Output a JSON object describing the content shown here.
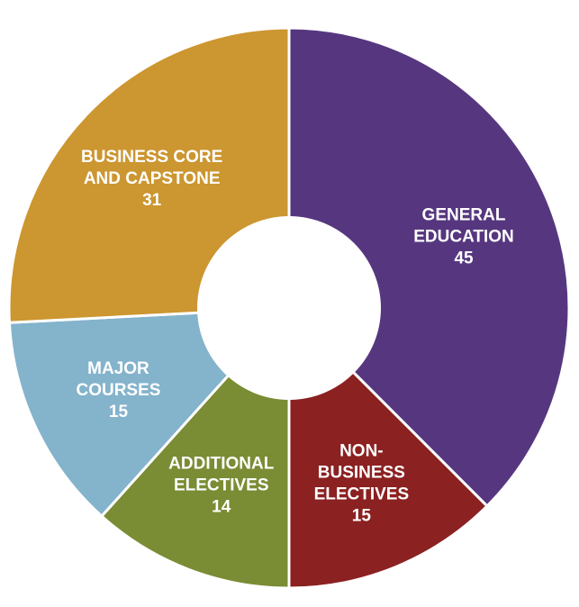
{
  "chart_data": {
    "type": "pie",
    "donut": true,
    "title": "",
    "slices": [
      {
        "label_lines": [
          "GENERAL",
          "EDUCATION"
        ],
        "value": 45,
        "value_label": "45",
        "color": "#56377f"
      },
      {
        "label_lines": [
          "NON-",
          "BUSINESS",
          "ELECTIVES"
        ],
        "value": 15,
        "value_label": "15",
        "color": "#8b2121"
      },
      {
        "label_lines": [
          "ADDITIONAL",
          "ELECTIVES"
        ],
        "value": 14,
        "value_label": "14",
        "color": "#7a8c34"
      },
      {
        "label_lines": [
          "MAJOR",
          "COURSES"
        ],
        "value": 15,
        "value_label": "15",
        "color": "#84b3cc"
      },
      {
        "label_lines": [
          "BUSINESS CORE",
          "AND CAPSTONE"
        ],
        "value": 31,
        "value_label": "31",
        "color": "#cc9630"
      }
    ]
  }
}
